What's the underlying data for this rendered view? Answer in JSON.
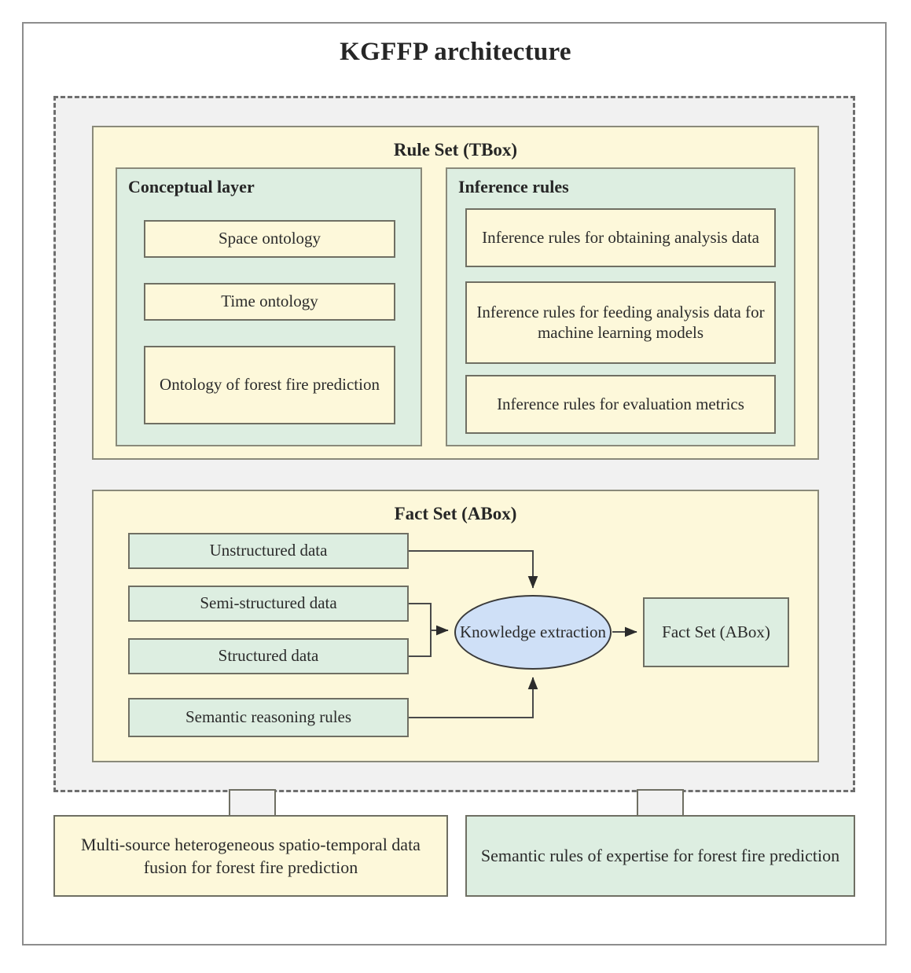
{
  "title": "KGFFP architecture",
  "rule_set": {
    "title": "Rule Set (TBox)",
    "conceptual_layer": {
      "title": "Conceptual layer",
      "items": [
        "Space ontology",
        "Time ontology",
        "Ontology of forest fire prediction"
      ]
    },
    "inference_rules": {
      "title": "Inference rules",
      "items": [
        "Inference rules for obtaining analysis data",
        "Inference rules for feeding analysis data for machine learning models",
        "Inference rules for evaluation metrics"
      ]
    }
  },
  "fact_set": {
    "title": "Fact Set (ABox)",
    "sources": [
      "Unstructured data",
      "Semi-structured data",
      "Structured data",
      "Semantic reasoning rules"
    ],
    "process": "Knowledge extraction",
    "output": "Fact Set (ABox)"
  },
  "outputs": [
    "Multi-source heterogeneous spatio-temporal data fusion for forest fire prediction",
    "Semantic rules of expertise for forest fire prediction"
  ],
  "colors": {
    "cream": "#fdf8da",
    "green": "#ddeee1",
    "blue": "#cfe0f7",
    "panel_gray": "#f1f1f1",
    "border": "#6f6f63",
    "dashed_border": "#6e6e6e"
  }
}
